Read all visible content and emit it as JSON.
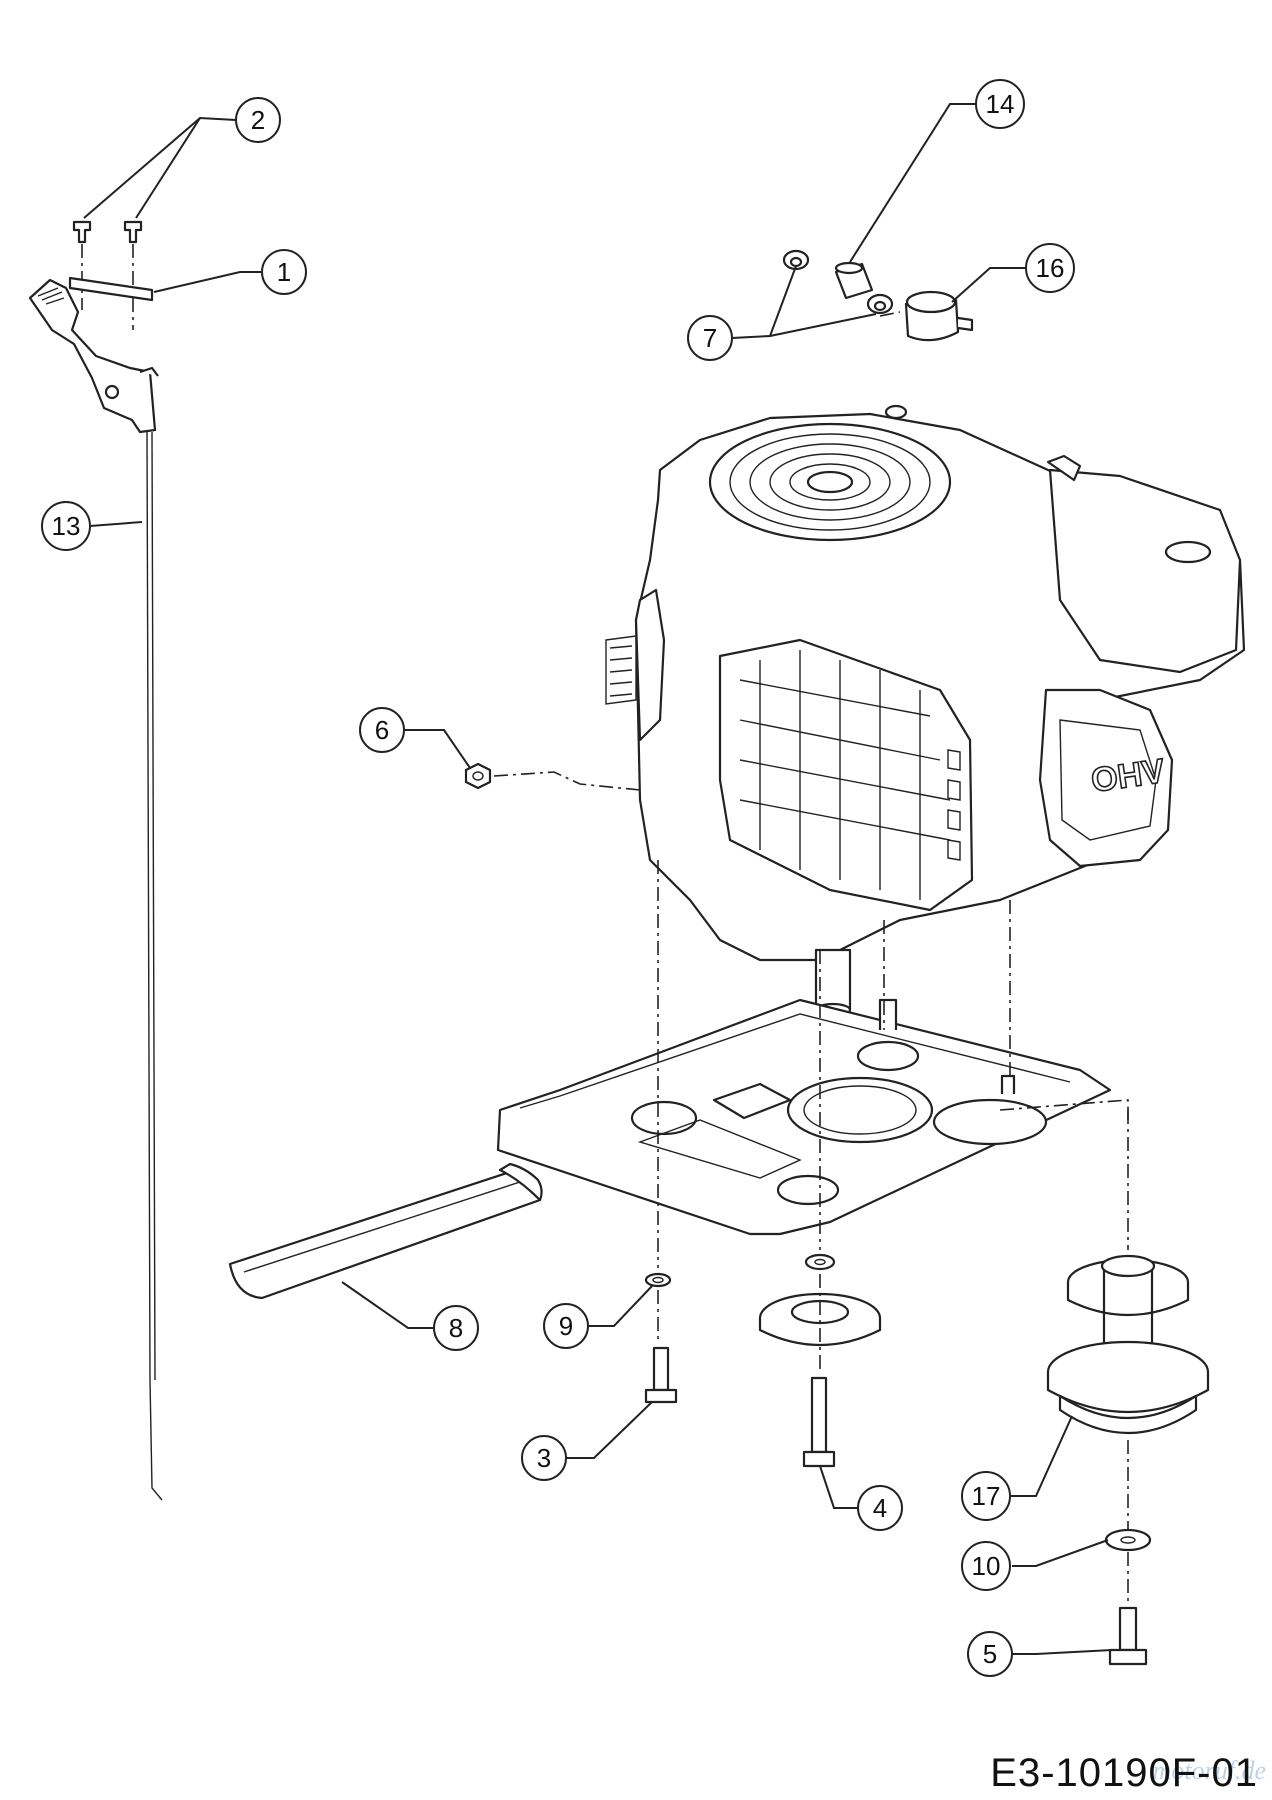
{
  "diagram": {
    "callouts": {
      "c1": "1",
      "c2": "2",
      "c3": "3",
      "c4": "4",
      "c5": "5",
      "c6": "6",
      "c7": "7",
      "c8": "8",
      "c9": "9",
      "c10": "10",
      "c13": "13",
      "c14": "14",
      "c16": "16",
      "c17": "17"
    },
    "engine_label": "OHV",
    "drawing_code": "E3-10190F-01",
    "watermark": "motoruf.de"
  }
}
